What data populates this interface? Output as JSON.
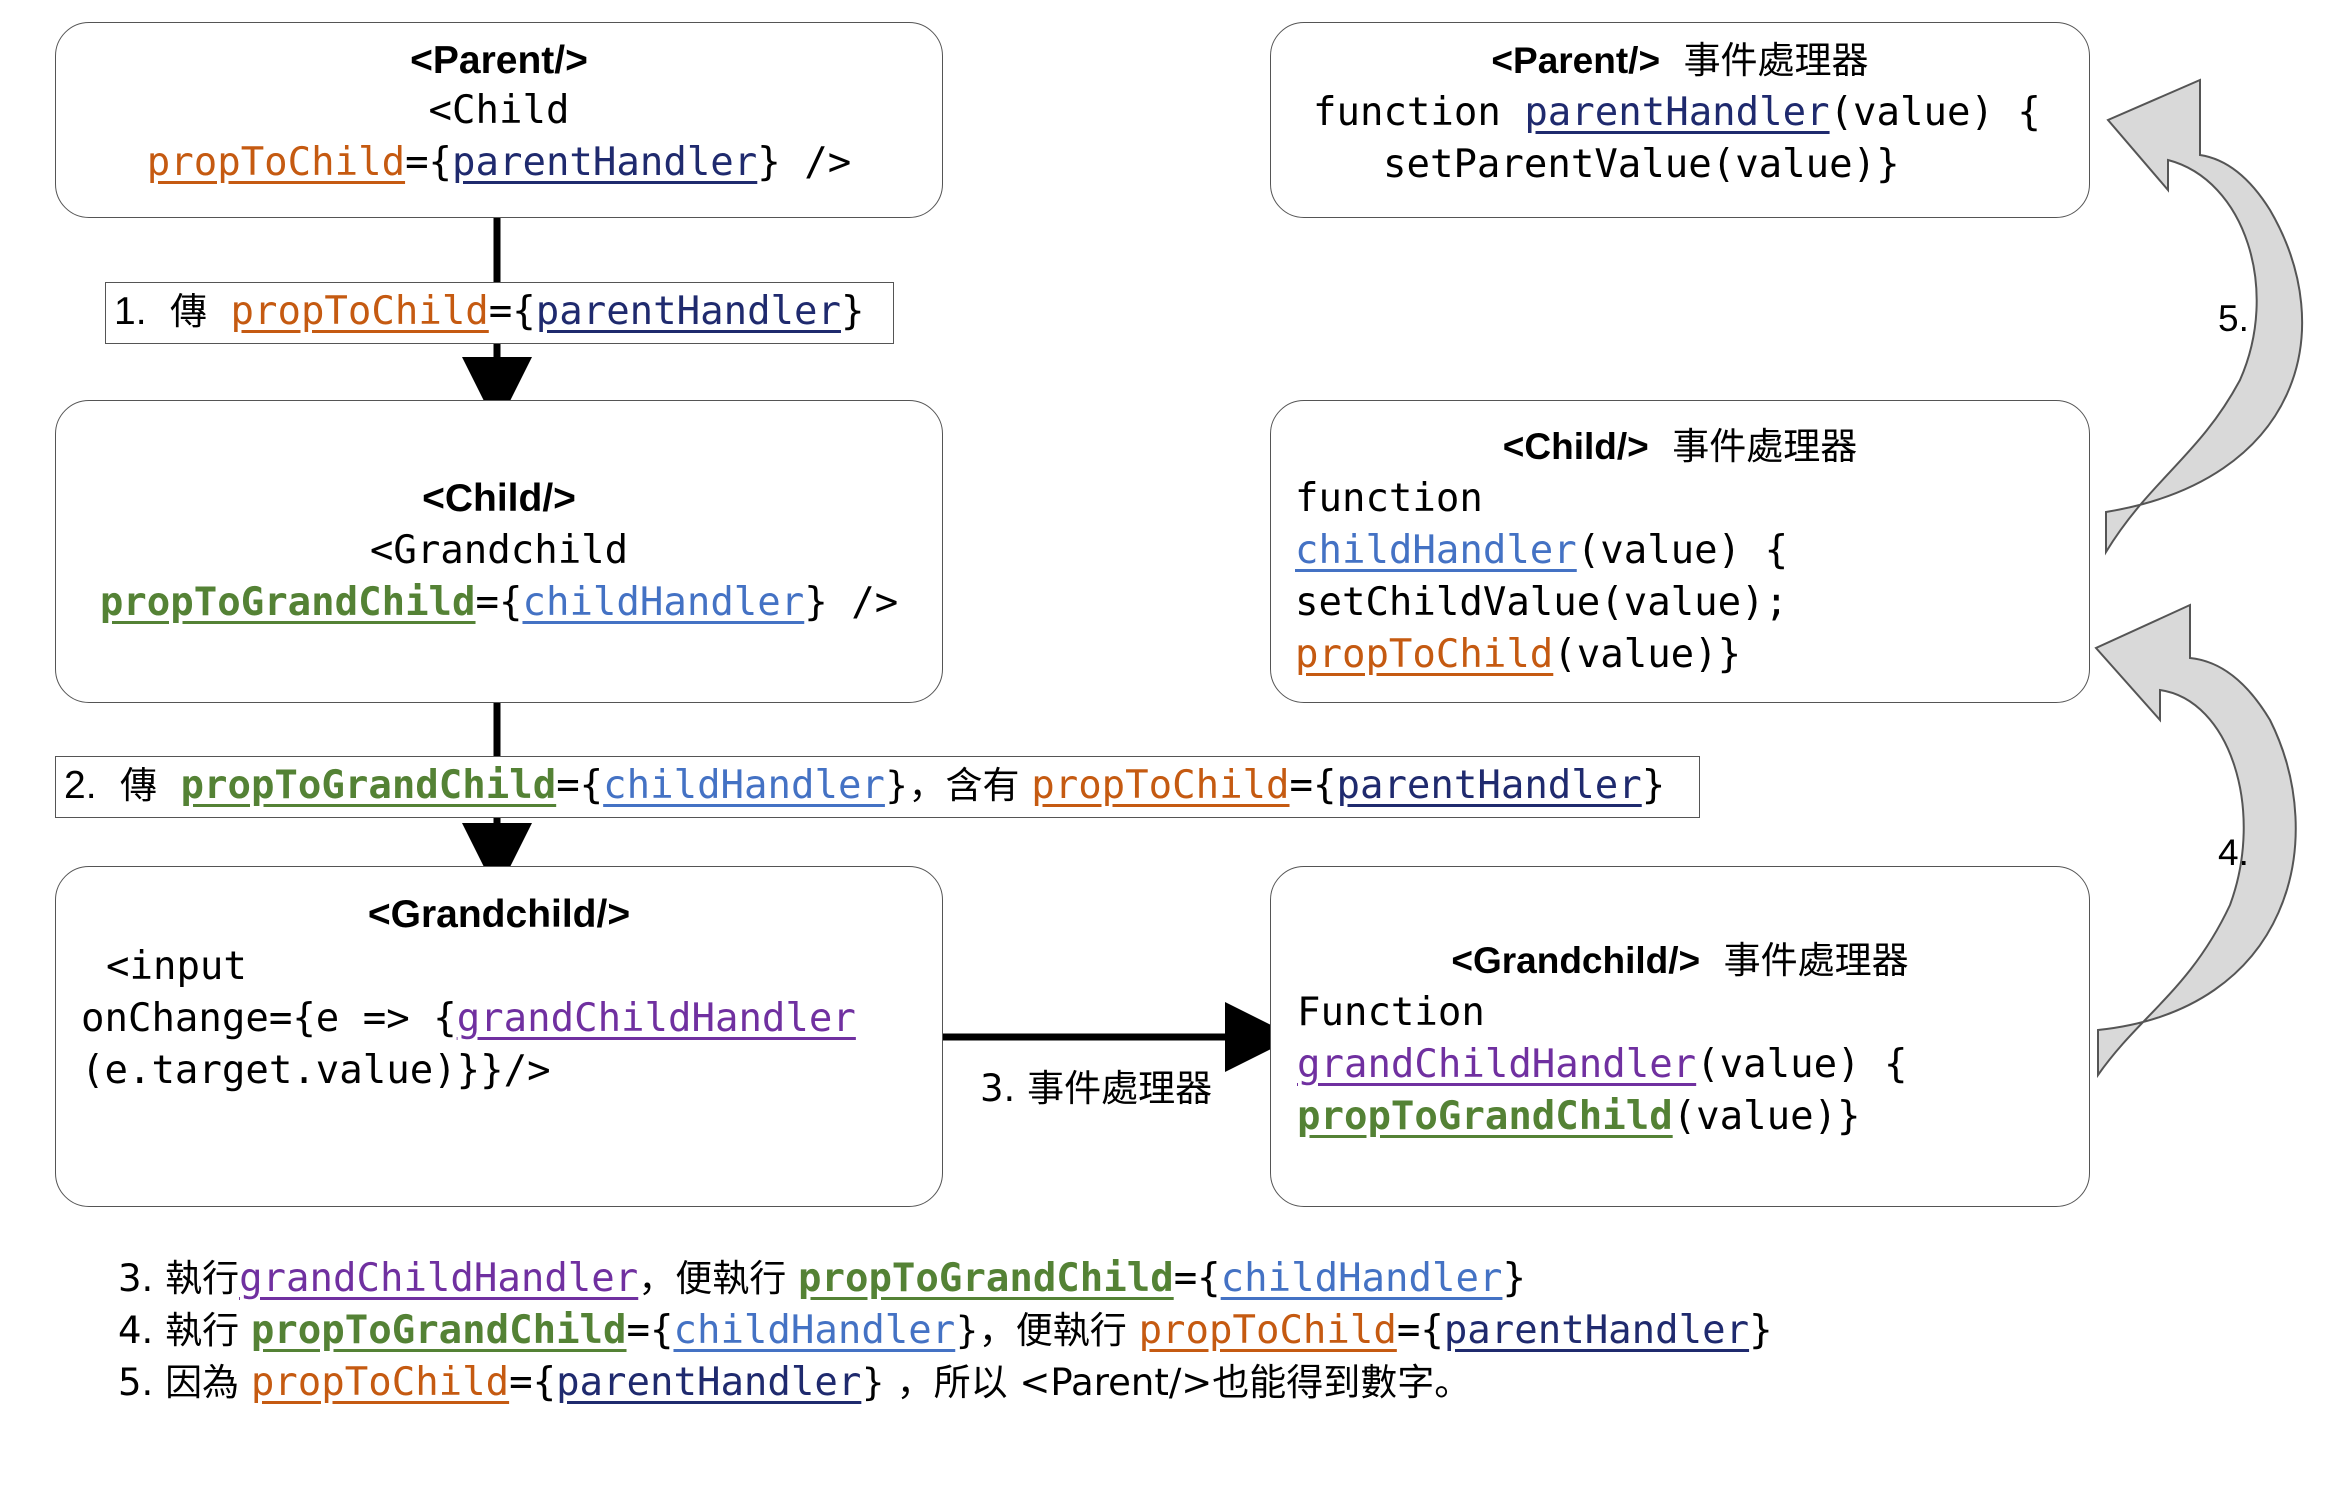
{
  "parent_box": {
    "title": "<Parent/>",
    "l1": "<Child",
    "prop": "propToChild",
    "eq": "={",
    "handler": "parentHandler",
    "end": "} />"
  },
  "label1": {
    "num": "1.",
    "verb": "傳",
    "prop": "propToChild",
    "eq": "={",
    "handler": "parentHandler",
    "end": "}"
  },
  "child_box": {
    "title": "<Child/>",
    "l1": "<Grandchild",
    "prop": "propToGrandChild",
    "eq": "={",
    "handler": "childHandler",
    "end": "} />"
  },
  "label2": {
    "num": "2.",
    "verb": "傳",
    "prop": "propToGrandChild",
    "eq": "={",
    "handler": "childHandler",
    "mid": "}，含有 ",
    "prop2": "propToChild",
    "eq2": "={",
    "handler2": "parentHandler",
    "end": "}"
  },
  "grandchild_box": {
    "title": "<Grandchild/>",
    "l1": "<input",
    "l2a": "onChange={e => {",
    "l2b": "grandChildHandler",
    "l3": "(e.target.value)}}/>"
  },
  "label3": {
    "text": "3. 事件處理器"
  },
  "parent_handler_box": {
    "title": "<Parent/>",
    "title_suffix": "事件處理器",
    "l1a": "function ",
    "l1b": "parentHandler",
    "l1c": "(value) {",
    "l2": "setParentValue(value)}"
  },
  "child_handler_box": {
    "title": "<Child/>",
    "title_suffix": "事件處理器",
    "l1": "function",
    "l2a": "childHandler",
    "l2b": "(value) {",
    "l3": "setChildValue(value);",
    "l4a": "propToChild",
    "l4b": "(value)}"
  },
  "grandchild_handler_box": {
    "title": "<Grandchild/>",
    "title_suffix": "事件處理器",
    "l1": "Function",
    "l2a": "grandChildHandler",
    "l2b": "(value) {",
    "l3a": "propToGrandChild",
    "l3b": "(value)}"
  },
  "steps": {
    "s4": "4.",
    "s5": "5."
  },
  "notes": {
    "n3": {
      "a": "3. 執行",
      "b": "grandChildHandler",
      "c": "，便執行 ",
      "d": "propToGrandChild",
      "e": "={",
      "f": "childHandler",
      "g": "}"
    },
    "n4": {
      "a": "4. 執行 ",
      "b": "propToGrandChild",
      "c": "={",
      "d": "childHandler",
      "e": "}，便執行 ",
      "f": "propToChild",
      "g": "={",
      "h": "parentHandler",
      "i": "}"
    },
    "n5": {
      "a": "5.  因為 ",
      "b": "propToChild",
      "c": "={",
      "d": "parentHandler",
      "e": "} ，所以 <Parent/>也能得到數字。"
    }
  },
  "colors": {
    "propToChild": "#c55a11",
    "parentHandler": "#1f2a6e",
    "childHandler": "#4472c4",
    "propToGrandChild": "#548235",
    "grandChildHandler": "#7030a0",
    "curved_arrow": "#d9d9d9"
  }
}
